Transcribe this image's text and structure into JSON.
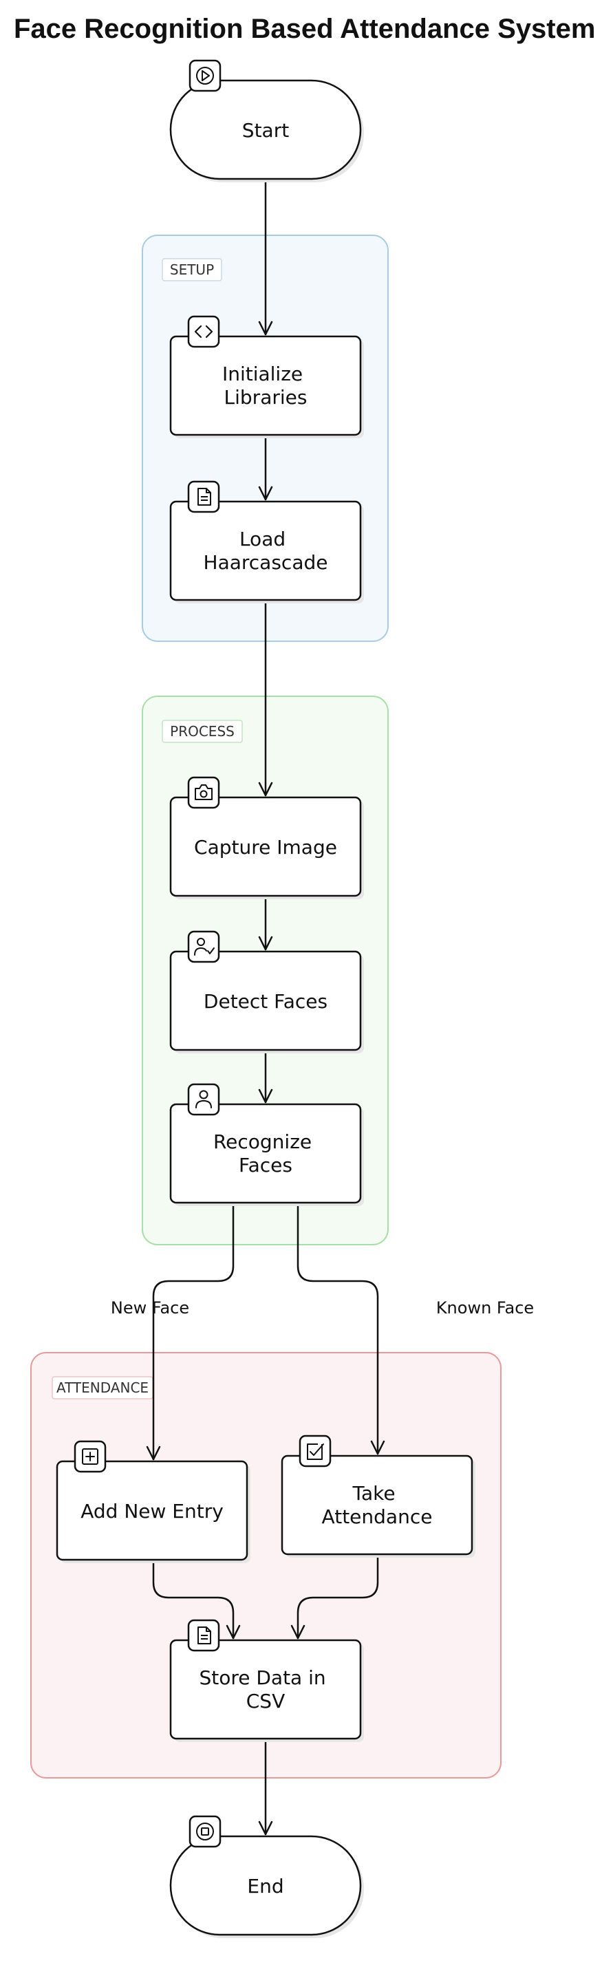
{
  "title": "Face Recognition Based Attendance System",
  "groups": {
    "setup": {
      "label": "SETUP",
      "stroke": "#a8cde3",
      "fill": "#f3f8fc"
    },
    "process": {
      "label": "PROCESS",
      "stroke": "#a6e0a6",
      "fill": "#f3fbf2"
    },
    "attendance": {
      "label": "ATTENDANCE",
      "stroke": "#e89a9a",
      "fill": "#fcf2f3"
    }
  },
  "nodes": {
    "start": {
      "label": "Start",
      "icon": "play-icon"
    },
    "init_libs": {
      "lines": [
        "Initialize",
        "Libraries"
      ],
      "icon": "code-icon"
    },
    "load_haar": {
      "lines": [
        "Load",
        "Haarcascade"
      ],
      "icon": "document-icon"
    },
    "capture": {
      "label": "Capture Image",
      "icon": "camera-icon"
    },
    "detect": {
      "label": "Detect Faces",
      "icon": "user-check-icon"
    },
    "recognize": {
      "lines": [
        "Recognize",
        "Faces"
      ],
      "icon": "user-icon"
    },
    "add_entry": {
      "label": "Add New Entry",
      "icon": "plus-square-icon"
    },
    "take_att": {
      "lines": [
        "Take",
        "Attendance"
      ],
      "icon": "check-square-icon"
    },
    "store_csv": {
      "lines": [
        "Store Data in",
        "CSV"
      ],
      "icon": "document-icon"
    },
    "end": {
      "label": "End",
      "icon": "stop-circle-icon"
    }
  },
  "edges": {
    "new_face": "New Face",
    "known_face": "Known Face"
  },
  "colors": {
    "stroke": "#111111",
    "node_fill": "#ffffff",
    "background": "#ffffff"
  }
}
